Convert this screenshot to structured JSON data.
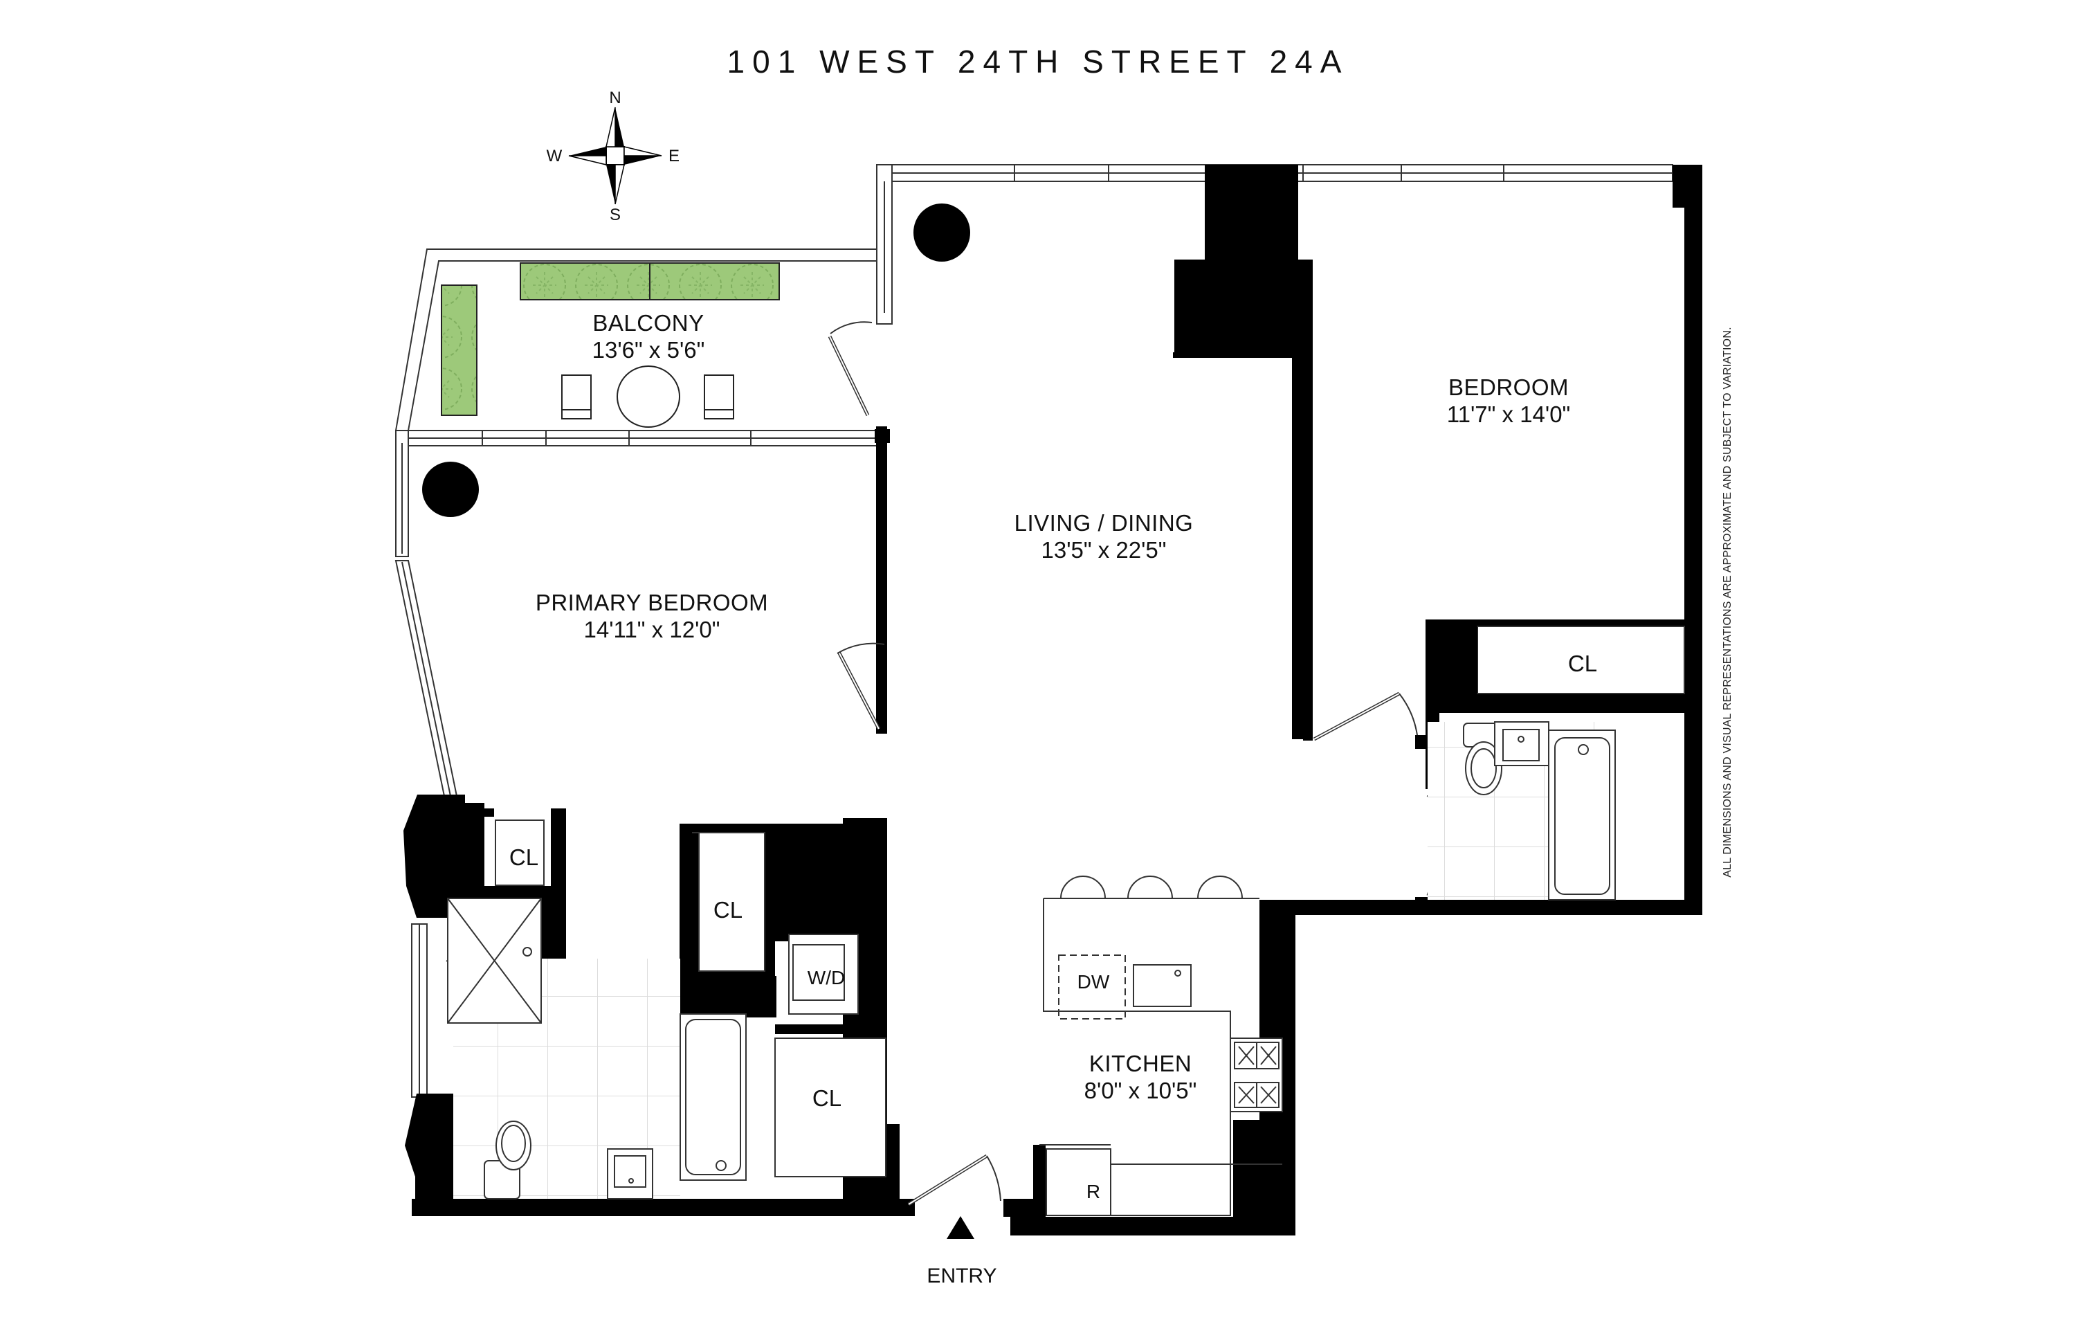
{
  "title": "101 WEST 24TH STREET 24A",
  "compass": {
    "north": "N",
    "south": "S",
    "east": "E",
    "west": "W"
  },
  "disclaimer": "ALL DIMENSIONS AND VISUAL REPRESENTATIONS ARE APPROXIMATE AND SUBJECT TO VARIATION.",
  "colors": {
    "wall": "#000000",
    "line": "#333333",
    "planter": "#9dc97a",
    "tile": "#e6e6e6",
    "background": "#ffffff"
  },
  "rooms": {
    "balcony": {
      "name": "BALCONY",
      "dims": "13'6\" x 5'6\""
    },
    "primary_bedroom": {
      "name": "PRIMARY BEDROOM",
      "dims": "14'11\" x 12'0\""
    },
    "living_dining": {
      "name": "LIVING / DINING",
      "dims": "13'5\" x 22'5\""
    },
    "bedroom": {
      "name": "BEDROOM",
      "dims": "11'7\" x 14'0\""
    },
    "kitchen": {
      "name": "KITCHEN",
      "dims": "8'0\" x 10'5\""
    }
  },
  "fixtures": {
    "closet_primary_1": "CL",
    "closet_primary_2": "CL",
    "closet_hall": "CL",
    "closet_bedroom": "CL",
    "washer_dryer": "W/D",
    "dishwasher": "DW",
    "refrigerator": "R"
  },
  "entry": {
    "label": "ENTRY"
  }
}
